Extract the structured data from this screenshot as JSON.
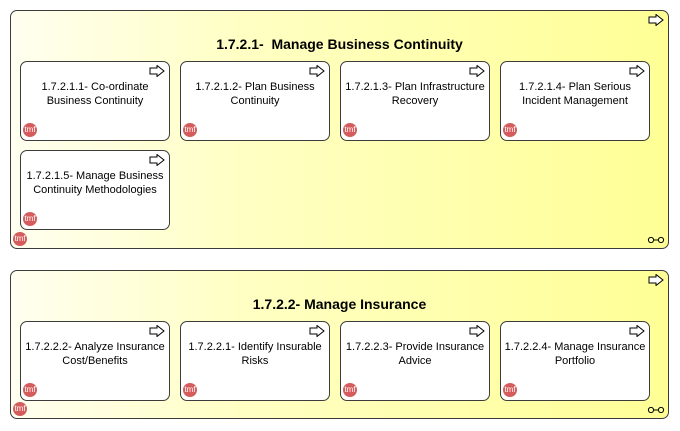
{
  "groups": [
    {
      "title": "1.7.2.1-  Manage Business Continuity",
      "badge": "tmf",
      "cards": [
        {
          "label": "1.7.2.1.1- Co-ordinate\nBusiness Continuity",
          "badge": "tmf"
        },
        {
          "label": "1.7.2.1.2- Plan Business\nContinuity",
          "badge": "tmf"
        },
        {
          "label": "1.7.2.1.3- Plan Infrastructure\nRecovery",
          "badge": "tmf"
        },
        {
          "label": "1.7.2.1.4- Plan Serious\nIncident Management",
          "badge": "tmf"
        },
        {
          "label": "1.7.2.1.5- Manage Business\nContinuity Methodologies",
          "badge": "tmf"
        }
      ]
    },
    {
      "title": "1.7.2.2- Manage Insurance",
      "badge": "tmf",
      "cards": [
        {
          "label": "1.7.2.2.2- Analyze Insurance\nCost/Benefits",
          "badge": "tmf"
        },
        {
          "label": "1.7.2.2.1- Identify Insurable\nRisks",
          "badge": "tmf"
        },
        {
          "label": "1.7.2.2.3- Provide Insurance\nAdvice",
          "badge": "tmf"
        },
        {
          "label": "1.7.2.2.4- Manage Insurance\nPortfolio",
          "badge": "tmf"
        }
      ]
    }
  ],
  "icons": {
    "process": "process-arrow-icon",
    "flow": "flow-connector-icon",
    "badge": "tmf-badge-icon"
  },
  "colors": {
    "group_fill_start": "#fffff0",
    "group_fill_end": "#ffff96",
    "card_fill": "#ffffff",
    "border": "#3c3c3c",
    "badge": "#d45c5c"
  }
}
